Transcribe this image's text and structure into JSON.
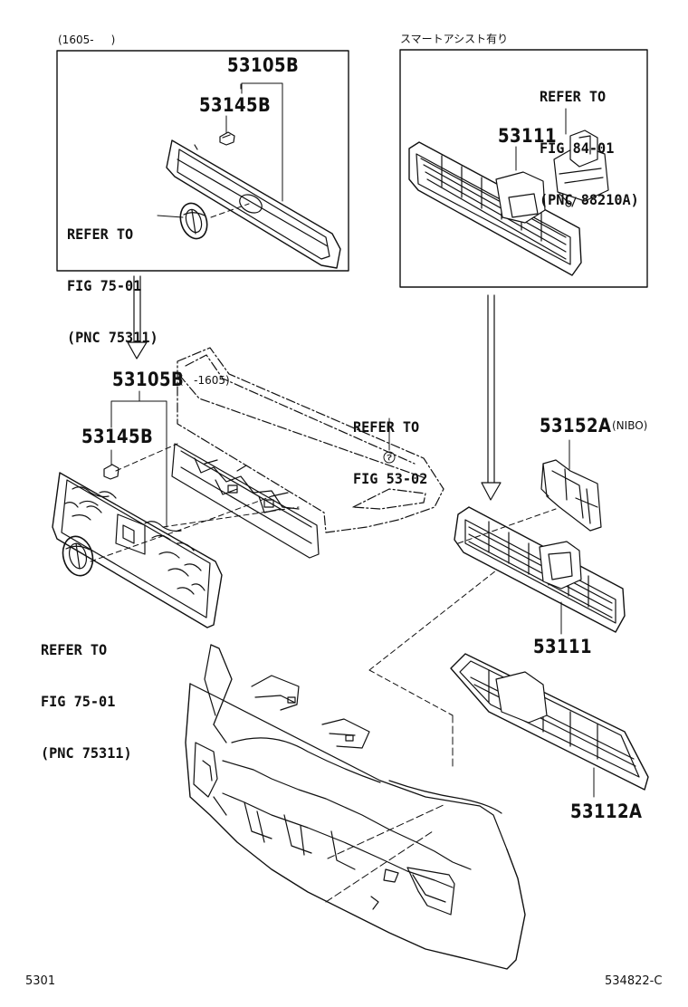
{
  "top_left_box": {
    "date_range": "(1605-     )",
    "part_grille": "53105B",
    "part_clip": "53145B",
    "refer": [
      "REFER TO",
      "FIG 75-01",
      "(PNC 75311)"
    ]
  },
  "top_right_box": {
    "condition": "スマートアシスト有り",
    "part_grille_sub": "53111",
    "refer": [
      "REFER TO",
      "FIG 84-01",
      "(PNC 88210A)"
    ]
  },
  "main_left": {
    "part_grille": "53105B",
    "date_range": "(   -1605)",
    "part_clip": "53145B",
    "refer": [
      "REFER TO",
      "FIG 75-01",
      "(PNC 75311)"
    ]
  },
  "main_center": {
    "refer": [
      "REFER TO",
      "FIG 53-02"
    ]
  },
  "main_right": {
    "part_bracket": "53152A",
    "bracket_note": "(NIBO)",
    "part_grille_sub": "53111",
    "part_lower_grille": "53112A"
  },
  "footer": {
    "page_code": "5301",
    "figure_code": "534822-C"
  }
}
